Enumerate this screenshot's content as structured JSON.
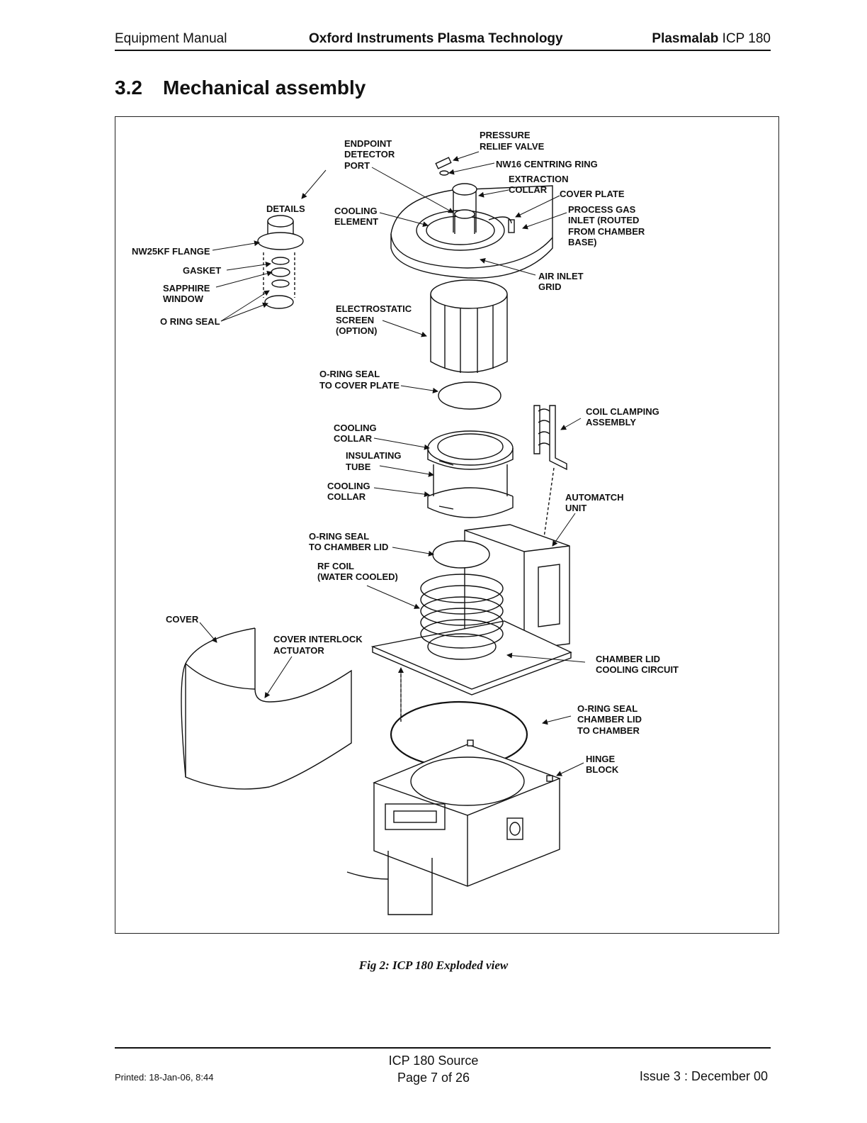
{
  "header": {
    "left": "Equipment Manual",
    "center": "Oxford Instruments Plasma Technology",
    "right_bold": "Plasmalab",
    "right_normal": " ICP 180"
  },
  "section": {
    "number": "3.2",
    "title": "Mechanical assembly"
  },
  "labels": {
    "pressure_relief_1": "PRESSURE",
    "pressure_relief_2": "RELIEF VALVE",
    "endpoint_1": "ENDPOINT",
    "endpoint_2": "DETECTOR",
    "endpoint_3": "PORT",
    "nw16": "NW16 CENTRING RING",
    "extraction_1": "EXTRACTION",
    "extraction_2": "COLLAR",
    "cover_plate": "COVER PLATE",
    "details": "DETAILS",
    "cooling_element_1": "COOLING",
    "cooling_element_2": "ELEMENT",
    "process_gas_1": "PROCESS GAS",
    "process_gas_2": "INLET (ROUTED",
    "process_gas_3": "FROM CHAMBER",
    "process_gas_4": "BASE)",
    "nw25kf": "NW25KF FLANGE",
    "gasket": "GASKET",
    "sapphire_1": "SAPPHIRE",
    "sapphire_2": "WINDOW",
    "o_ring_seal_detail": "O RING SEAL",
    "air_inlet_1": "AIR INLET",
    "air_inlet_2": "GRID",
    "electrostatic_1": "ELECTROSTATIC",
    "electrostatic_2": "SCREEN",
    "electrostatic_3": "(OPTION)",
    "oring_cover_1": "O-RING SEAL",
    "oring_cover_2": "TO COVER PLATE",
    "coil_clamp_1": "COIL CLAMPING",
    "coil_clamp_2": "ASSEMBLY",
    "cooling_collar_top_1": "COOLING",
    "cooling_collar_top_2": "COLLAR",
    "insulating_1": "INSULATING",
    "insulating_2": "TUBE",
    "cooling_collar_bot_1": "COOLING",
    "cooling_collar_bot_2": "COLLAR",
    "automatch_1": "AUTOMATCH",
    "automatch_2": "UNIT",
    "oring_lid_1": "O-RING SEAL",
    "oring_lid_2": "TO CHAMBER LID",
    "rf_coil_1": "RF COIL",
    "rf_coil_2": "(WATER COOLED)",
    "cover": "COVER",
    "interlock_1": "COVER INTERLOCK",
    "interlock_2": "ACTUATOR",
    "lid_cooling_1": "CHAMBER LID",
    "lid_cooling_2": "COOLING CIRCUIT",
    "oring_chamber_1": "O-RING SEAL",
    "oring_chamber_2": "CHAMBER LID",
    "oring_chamber_3": "TO CHAMBER",
    "hinge_1": "HINGE",
    "hinge_2": "BLOCK"
  },
  "caption": "Fig 2: ICP 180 Exploded view",
  "footer": {
    "printed": "Printed: 18-Jan-06, 8:44",
    "doc": "ICP 180 Source",
    "page": "Page 7 of 26",
    "issue": "Issue 3  : December 00"
  }
}
